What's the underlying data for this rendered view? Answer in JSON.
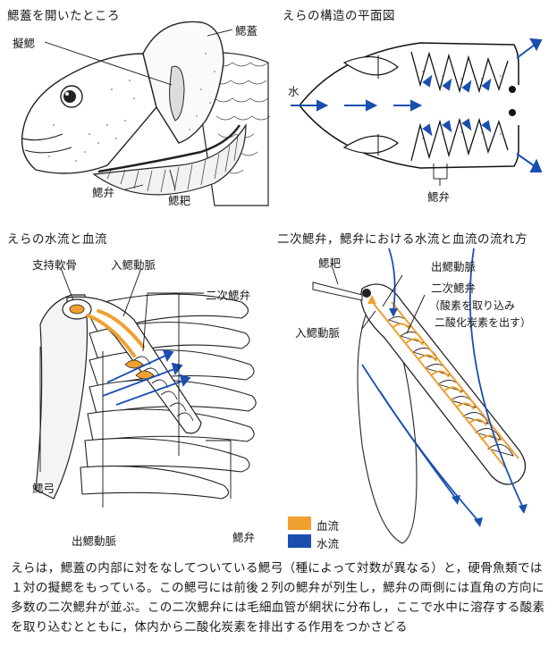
{
  "panel1": {
    "title": "鰓蓋を開いたところ",
    "labels": {
      "pseudobranch": "擬鰓",
      "operculum": "鰓蓋",
      "filament": "鰓弁",
      "raker": "鰓耙"
    }
  },
  "panel2": {
    "title": "えらの構造の平面図",
    "labels": {
      "water": "水",
      "filament": "鰓弁"
    }
  },
  "panel3": {
    "title": "えらの水流と血流",
    "labels": {
      "support": "支持軟骨",
      "afferent": "入鰓動脈",
      "secondary": "二次鰓弁",
      "arch": "鰓弓",
      "efferent": "出鰓動脈",
      "filament": "鰓弁"
    }
  },
  "panel4": {
    "title": "二次鰓弁，鰓弁における水流と血流の流れ方",
    "labels": {
      "raker": "鰓耙",
      "efferent": "出鰓動脈",
      "secondary": "二次鰓弁",
      "note_line1": "（酸素を取り込み",
      "note_line2": "二酸化炭素を出す）",
      "afferent": "入鰓動脈"
    }
  },
  "legend": {
    "blood": {
      "label": "血流",
      "color": "#f0a030"
    },
    "water": {
      "label": "水流",
      "color": "#1a4fb0"
    }
  },
  "caption": "えらは，鰓蓋の内部に対をなしてついている鰓弓（種によって対数が異なる）と，硬骨魚類では１対の擬鰓をもっている。この鰓弓には前後２列の鰓弁が列生し，鰓弁の両側には直角の方向に多数の二次鰓弁が並ぶ。この二次鰓弁には毛細血管が網状に分布し，ここで水中に溶存する酸素を取り込むとともに，体内から二酸化炭素を排出する作用をつかさどる"
}
